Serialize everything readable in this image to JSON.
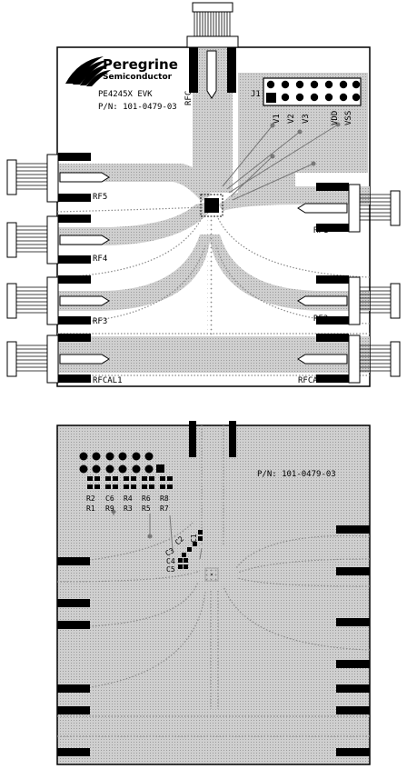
{
  "top_board": {
    "logo": {
      "name": "Peregrine",
      "subtitle": "Semiconductor"
    },
    "product": "PE4245X EVK",
    "part_number": "P/N: 101-0479-03",
    "header_label": "J1",
    "pin_labels": [
      "V1",
      "V2",
      "V3",
      "VDD",
      "VSS"
    ],
    "ports": {
      "rfc": "RFC",
      "rf1": "RF1",
      "rf2": "RF2",
      "rf3": "RF3",
      "rf4": "RF4",
      "rf5": "RF5",
      "rfcal1": "RFCAL1",
      "rfcal2": "RFCAL2"
    }
  },
  "bottom_board": {
    "part_number": "P/N: 101-0479-03",
    "components_row1": [
      "R2",
      "C6",
      "R4",
      "R6",
      "R8"
    ],
    "components_row2": [
      "R1",
      "R9",
      "R3",
      "R5",
      "R7"
    ],
    "capacitors": [
      "C1",
      "C2",
      "C3",
      "C4",
      "C5"
    ]
  },
  "colors": {
    "board": "#ffffff",
    "copper_fill": "#c4c4c4",
    "outline": "#000000",
    "pad": "#000000",
    "dots": "#8a8a8a"
  }
}
